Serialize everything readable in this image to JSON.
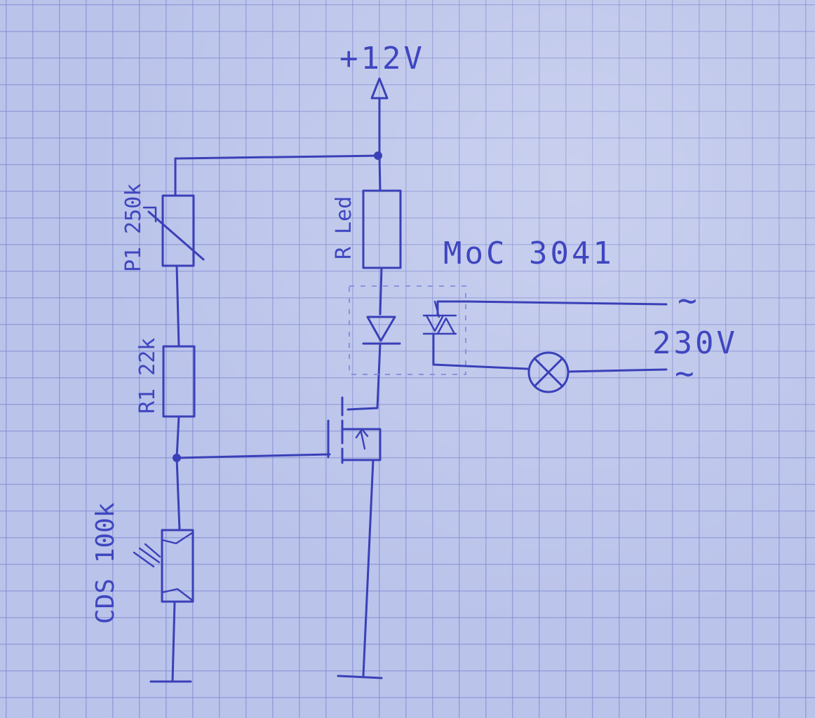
{
  "labels": {
    "supply": "+12V",
    "potentiometer": "P1 250k",
    "resistor_r1": "R1 22k",
    "ldr": "CDS 100k",
    "resistor_led": "R Led",
    "optocoupler": "MoC 3041",
    "mains_voltage": "230V",
    "ac_symbol_top": "~",
    "ac_symbol_bottom": "~"
  },
  "colors": {
    "ink": "#3a40b8",
    "paper": "#bac3ea",
    "grid": "#7882cd"
  }
}
